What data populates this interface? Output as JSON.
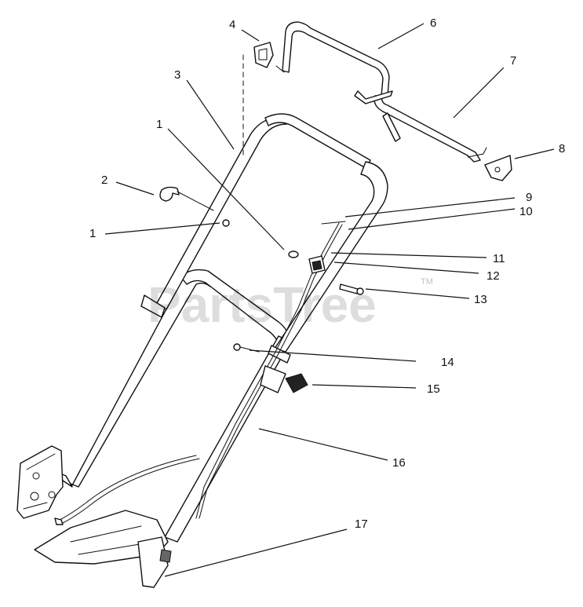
{
  "watermark": {
    "text": "PartsTree",
    "trademark": "TM"
  },
  "callouts": [
    {
      "id": "c1a",
      "label": "1"
    },
    {
      "id": "c1b",
      "label": "1"
    },
    {
      "id": "c2",
      "label": "2"
    },
    {
      "id": "c3",
      "label": "3"
    },
    {
      "id": "c4",
      "label": "4"
    },
    {
      "id": "c6",
      "label": "6"
    },
    {
      "id": "c7",
      "label": "7"
    },
    {
      "id": "c8",
      "label": "8"
    },
    {
      "id": "c9",
      "label": "9"
    },
    {
      "id": "c10",
      "label": "10"
    },
    {
      "id": "c11",
      "label": "11"
    },
    {
      "id": "c12",
      "label": "12"
    },
    {
      "id": "c13",
      "label": "13"
    },
    {
      "id": "c14",
      "label": "14"
    },
    {
      "id": "c15",
      "label": "15"
    },
    {
      "id": "c16",
      "label": "16"
    },
    {
      "id": "c17",
      "label": "17"
    }
  ]
}
